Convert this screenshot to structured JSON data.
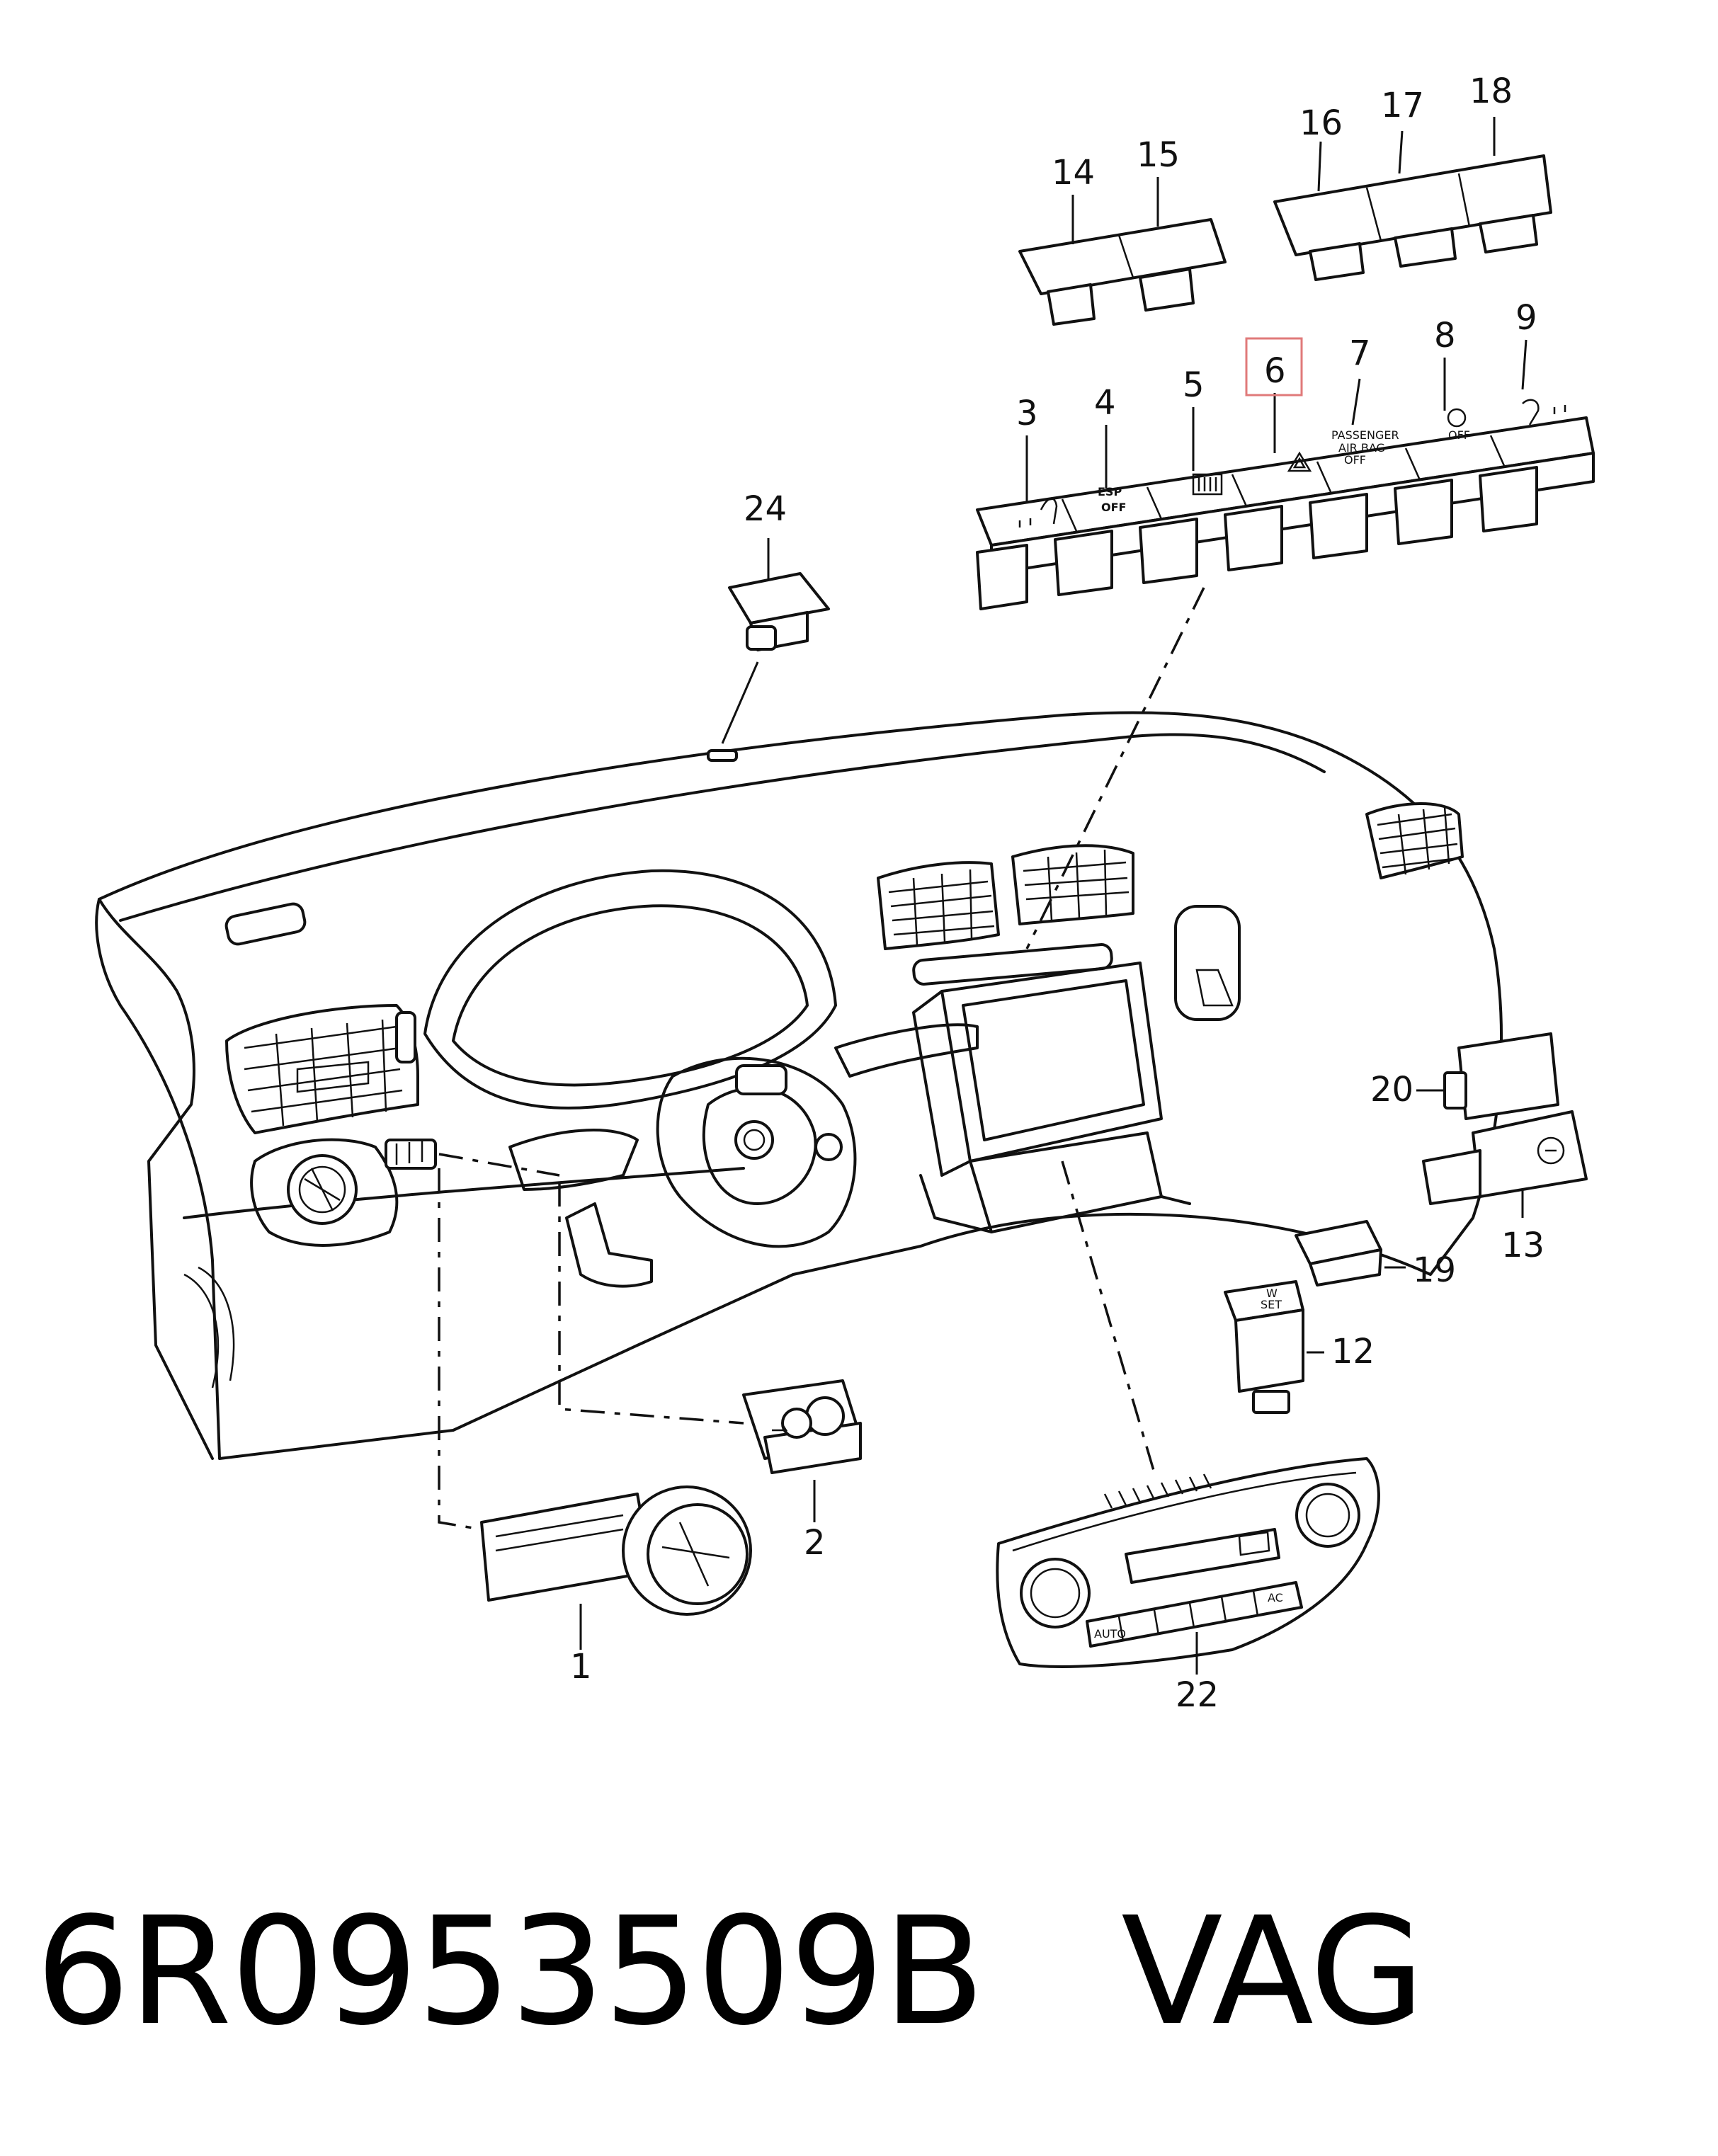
{
  "callouts": {
    "c1": "1",
    "c2": "2",
    "c3": "3",
    "c4": "4",
    "c5": "5",
    "c6": "6",
    "c7": "7",
    "c8": "8",
    "c9": "9",
    "c12": "12",
    "c13": "13",
    "c14": "14",
    "c15": "15",
    "c16": "16",
    "c17": "17",
    "c18": "18",
    "c19": "19",
    "c20": "20",
    "c22": "22",
    "c24": "24"
  },
  "highlighted_callout": "6",
  "highlight_color": "#e07a7a",
  "button_legends": {
    "esp_top": "ESP",
    "esp_bottom": "OFF",
    "airbag_line1": "PASSENGER",
    "airbag_line2": "AIR BAG",
    "airbag_line3": "OFF",
    "start_stop_off": "OFF",
    "tpms_w": "W",
    "tpms_set": "SET",
    "climate_auto": "AUTO",
    "climate_ac": "AC"
  },
  "caption": "6R0953509B   VAG"
}
